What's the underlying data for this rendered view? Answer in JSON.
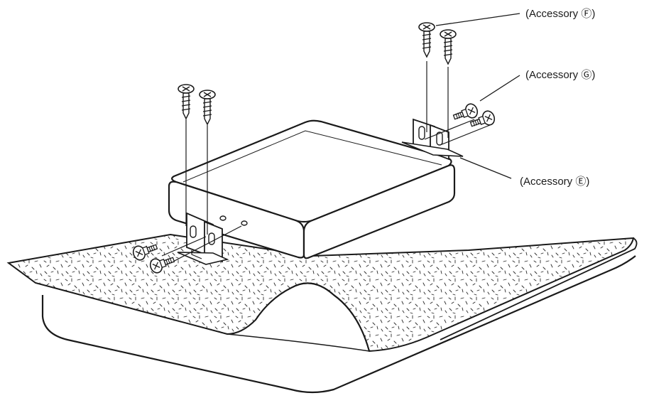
{
  "callouts": {
    "accessory_f": "(Accessory Ⓕ)",
    "accessory_g": "(Accessory Ⓖ)",
    "accessory_e": "(Accessory Ⓔ)"
  },
  "colors": {
    "line": "#1a1a1a",
    "background": "#ffffff",
    "panel_fill": "#ffffff"
  },
  "icons": [
    "tapping-screw-icon",
    "bolt-with-washer-icon",
    "mounting-bracket-icon"
  ]
}
